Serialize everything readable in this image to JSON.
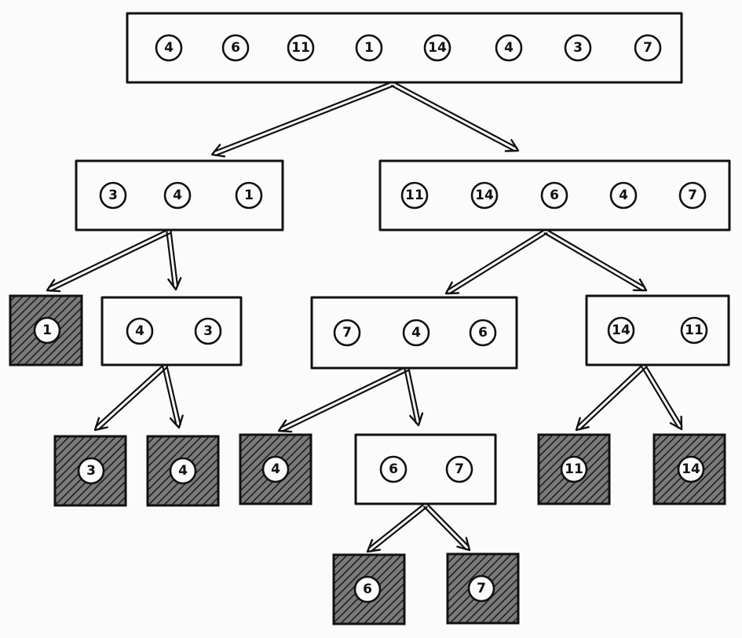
{
  "nodes": {
    "root": [
      "4",
      "6",
      "11",
      "1",
      "14",
      "4",
      "3",
      "7"
    ],
    "left": [
      "3",
      "4",
      "1"
    ],
    "right": [
      "11",
      "14",
      "6",
      "4",
      "7"
    ],
    "left_leaf": [
      "1"
    ],
    "left_right": [
      "4",
      "3"
    ],
    "right_left": [
      "7",
      "4",
      "6"
    ],
    "right_right": [
      "14",
      "11"
    ],
    "leaf_3": [
      "3"
    ],
    "leaf_4a": [
      "4"
    ],
    "leaf_4b": [
      "4"
    ],
    "mid_67": [
      "6",
      "7"
    ],
    "leaf_11": [
      "11"
    ],
    "leaf_14": [
      "14"
    ],
    "leaf_6": [
      "6"
    ],
    "leaf_7": [
      "7"
    ]
  }
}
